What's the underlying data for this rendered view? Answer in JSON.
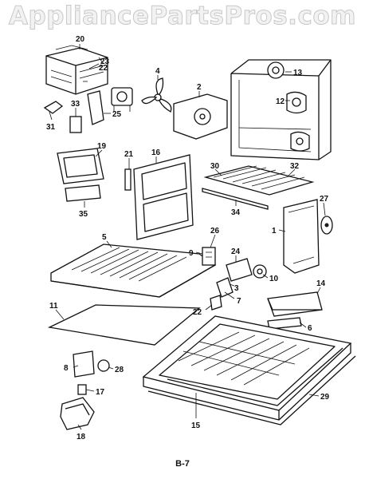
{
  "watermark": "AppliancePartsPros.com",
  "page_number": "B-7",
  "callouts": {
    "c1": "1",
    "c2": "2",
    "c3": "3",
    "c4": "4",
    "c5": "5",
    "c6": "6",
    "c7": "7",
    "c8": "8",
    "c9": "9",
    "c10": "10",
    "c11": "11",
    "c12": "12",
    "c13": "13",
    "c14": "14",
    "c15": "15",
    "c16": "16",
    "c17": "17",
    "c18": "18",
    "c19": "19",
    "c20": "20",
    "c21": "21",
    "c22": "22",
    "c23": "23",
    "c24": "24",
    "c25": "25",
    "c26": "26",
    "c27": "27",
    "c28": "28",
    "c29": "29",
    "c30": "30",
    "c31": "31",
    "c32": "32",
    "c33": "33",
    "c34": "34",
    "c35": "35"
  }
}
